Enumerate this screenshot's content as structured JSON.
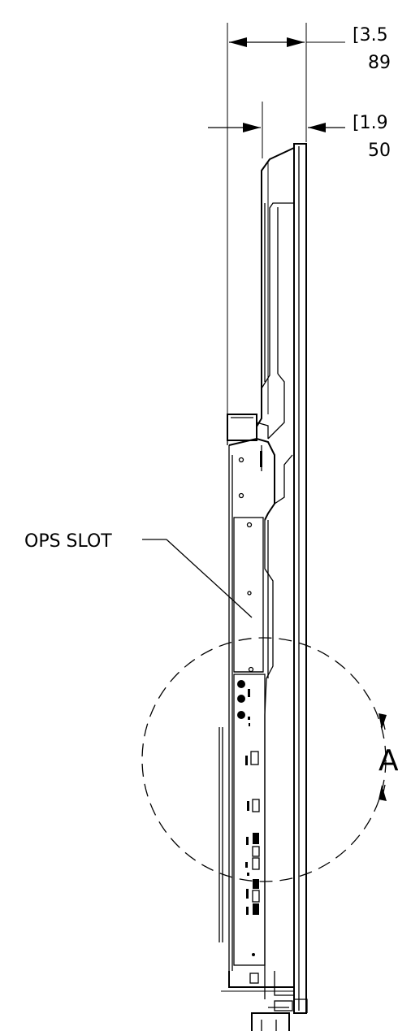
{
  "dimensions": {
    "overall_depth": {
      "inches_display": "[3.5",
      "mm": "89"
    },
    "panel_depth": {
      "inches_display": "[1.9",
      "mm": "50"
    }
  },
  "callouts": {
    "ops_slot": "OPS SLOT",
    "detail_marker": "A"
  }
}
